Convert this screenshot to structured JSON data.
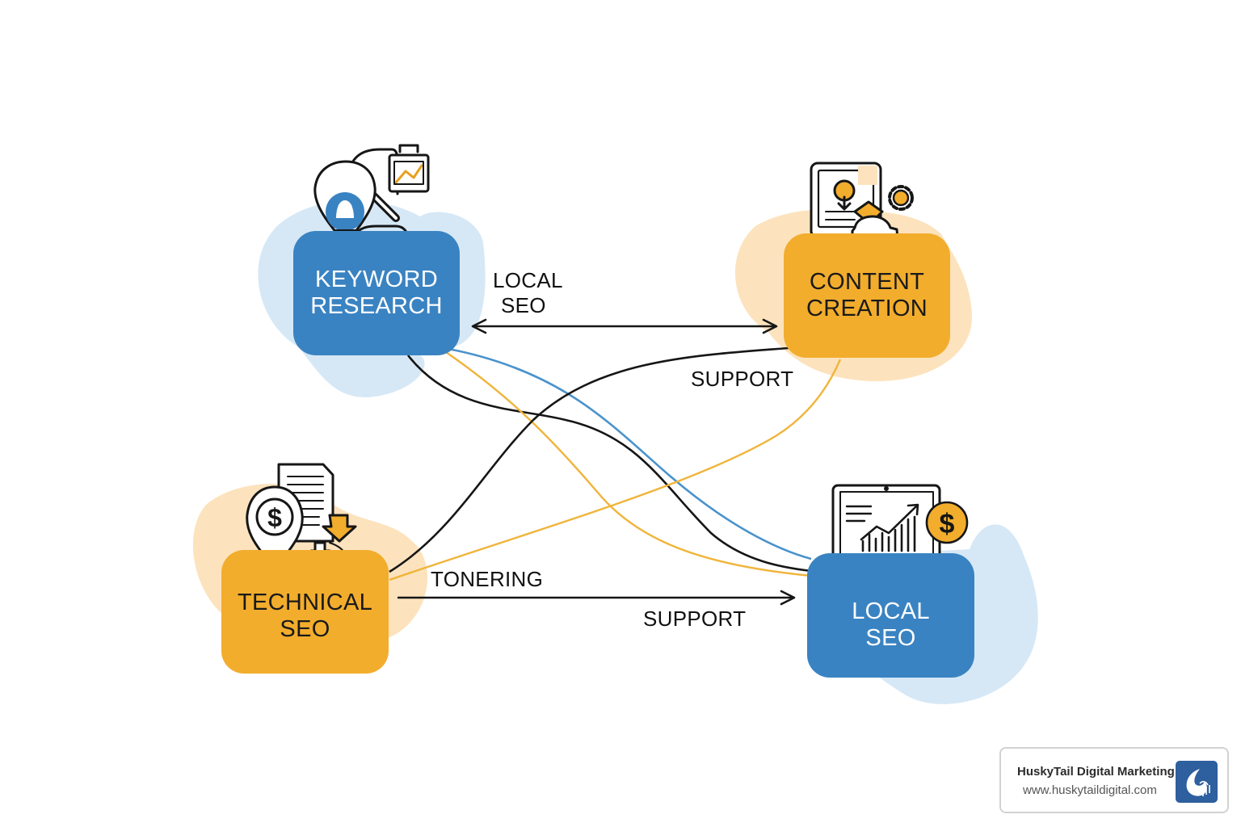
{
  "colors": {
    "blue": "#3a83c2",
    "orange": "#f2ad2d",
    "blue_blob": "#d6e8f6",
    "orange_blob": "#fce3bd",
    "connector_black": "#161616",
    "connector_blue": "#4a93cc",
    "connector_orange": "#f0b43a"
  },
  "nodes": {
    "keyword_research": {
      "line1": "KEYWORD",
      "line2": "RESEARCH",
      "icon": "map-pin-microscope-chart-icon"
    },
    "content_creation": {
      "line1": "CONTENT",
      "line2": "CREATION",
      "icon": "tablet-download-gear-icon"
    },
    "technical_seo": {
      "line1": "TECHNICAL",
      "line2": "SEO",
      "icon": "dollar-pin-document-arrows-icon"
    },
    "local_seo": {
      "line1": "LOCAL",
      "line2": "SEO",
      "icon": "laptop-growth-chart-dollar-icon"
    }
  },
  "labels": {
    "local_seo_top_1": "LOCAL",
    "local_seo_top_2": "SEO",
    "support_upper": "SUPPORT",
    "tonering": "TONERING",
    "support_lower": "SUPPORT"
  },
  "watermark": {
    "title": "HuskyTail Digital Marketing",
    "url": "www.huskytaildigital.com",
    "logo_icon": "husky-tail-logo-icon"
  }
}
